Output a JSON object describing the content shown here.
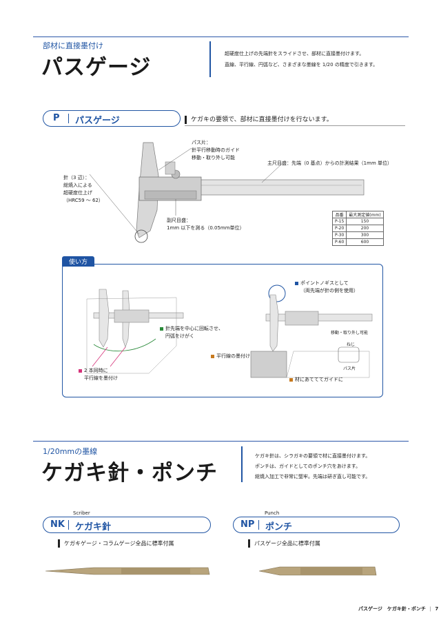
{
  "section1": {
    "subtitle": "部材に直接墨付け",
    "title": "パスゲージ",
    "desc": [
      "超硬度仕上げの先端針をスライドさせ、部材に直接墨付けます。",
      "直線、平行線、円弧など、さまざまな墨線を 1/20 の精度で引きます。"
    ]
  },
  "product_p": {
    "code": "P",
    "name": "パスゲージ",
    "note": "ケガキの要領で、部材に直接墨付けを行ないます。",
    "labels": {
      "paskata_title": "パス片：",
      "paskata_1": "針平行移動時のガイド",
      "paskata_2": "移動・取り外し可能",
      "main_scale": "主尺目盛：先端（0 基点）からの計測結果（1mm 単位）",
      "needle_title": "針（3 辺）：",
      "needle_1": "総焼入による",
      "needle_2": "超硬度仕上げ",
      "needle_3": "（HRC59 ～ 62）",
      "vernier_title": "副尺目盛：",
      "vernier_1": "1mm 以下を測る（0.05mm単位）"
    },
    "table": {
      "headers": [
        "品番",
        "最大測定値(mm)"
      ],
      "rows": [
        [
          "P-15",
          "150"
        ],
        [
          "P-20",
          "200"
        ],
        [
          "P-30",
          "300"
        ],
        [
          "P-60",
          "600"
        ]
      ]
    }
  },
  "usage": {
    "tab": "使い方",
    "left": {
      "rotate_1": "針先端を中心に回転させ、",
      "rotate_2": "円弧をけがく",
      "two_1": "2 本同時に",
      "two_2": "平行線を墨付け"
    },
    "right": {
      "point_1": "ポイントノギスとして",
      "point_2": "（両先端が針の側を使用）",
      "move": "移動・取り外し可能",
      "screw": "ねじ",
      "paspiece": "パス片",
      "parallel": "平行線の墨付け",
      "guide": "材にあてててガイドに"
    },
    "colors": {
      "blue": "#1f54a3",
      "magenta": "#d6337a",
      "orange": "#c7791e"
    }
  },
  "section2": {
    "subtitle": "1/20mmの墨線",
    "title": "ケガキ針・ポンチ",
    "desc": [
      "ケガキ針は、シラガキの要領で材に直接墨付けます。",
      "ポンチは、ガイドとしてのポンチ穴をあけます。",
      "総焼入加工で非常に堅牢。先端は研ぎ直し可能です。"
    ]
  },
  "product_nk": {
    "en": "Scriber",
    "code": "NK",
    "name": "ケガキ針",
    "note": "ケガキゲージ・コラムゲージ全品に標準付属"
  },
  "product_np": {
    "en": "Punch",
    "code": "NP",
    "name": "ポンチ",
    "note": "パスゲージ全品に標準付属"
  },
  "footer": {
    "text": "パスゲージ　ケガキ針・ポンチ",
    "page": "7"
  }
}
